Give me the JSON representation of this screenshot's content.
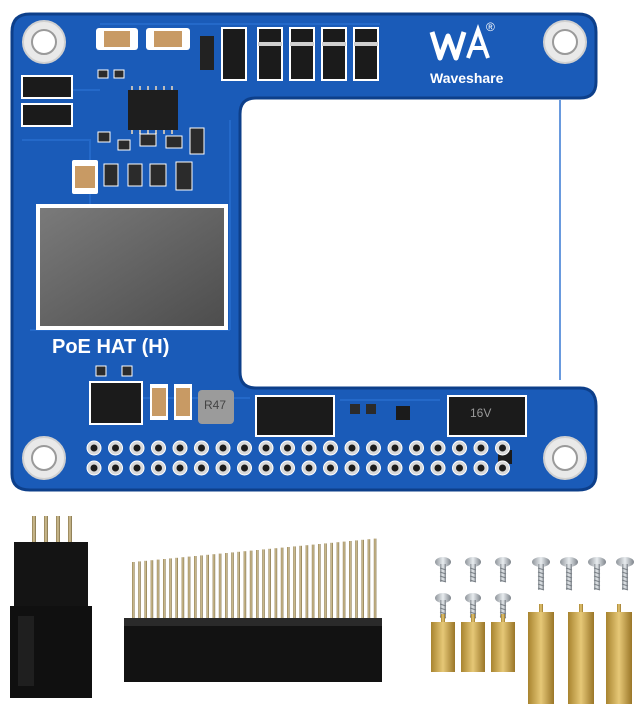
{
  "brand": {
    "name": "Waveshare",
    "registered_mark": "®"
  },
  "board": {
    "title": "PoE HAT (H)"
  },
  "colors": {
    "pcb": "#1a5bb8",
    "pcb_edge": "#0d3f8a",
    "silk": "#ffffff",
    "module": "#6f6f6f",
    "gold": "#c9a24a",
    "header": "#111111",
    "screw": "#bfc4c8"
  },
  "components": {
    "inductor_marking": "R47",
    "mosfet_marking_left": "",
    "mosfet_marking_right": "16V"
  }
}
